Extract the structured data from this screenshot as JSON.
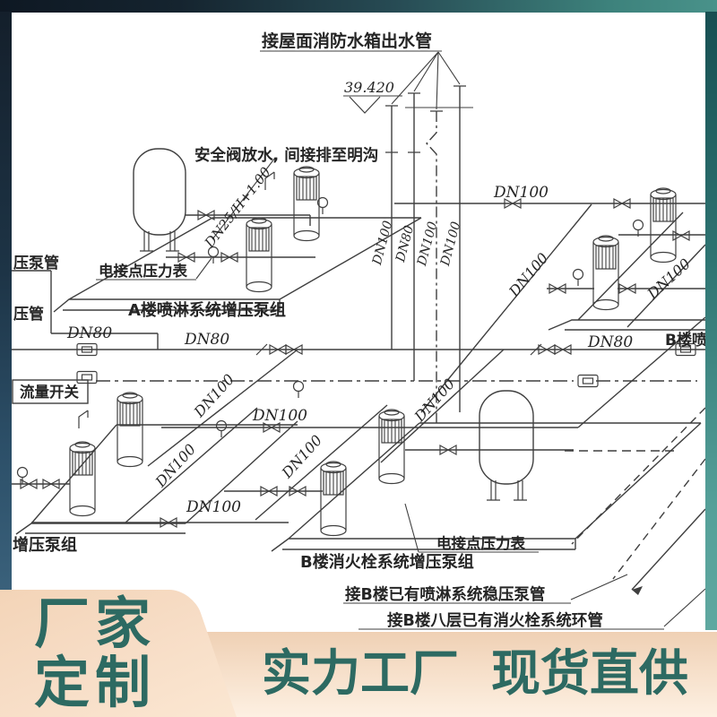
{
  "banner": {
    "vertical_left": {
      "line1": "厂家",
      "line2": "定制"
    },
    "bottom": {
      "left": "实力工厂",
      "right": "现货直供"
    },
    "accent_teal": "#2d6a62",
    "band_peach": "#f2d5bb"
  },
  "frame": {
    "top_gradient": [
      "#0e1823",
      "#49928a"
    ],
    "left_strip": "#22405a",
    "right_strip": "#2e7472"
  },
  "diagram": {
    "labels": {
      "roof_outlet": "接屋面消防水箱出水管",
      "safety_drain": "安全阀放水, 间接排至明沟",
      "gauge_top": "电接点压力表",
      "group_a": "A楼喷淋系统增压泵组",
      "left_pipe_top": "压泵管",
      "left_pipe_bottom": "压管",
      "flow_switch": "流量开关",
      "group_left": "增压泵组",
      "group_b_right_partial": "B楼喷",
      "group_b_bottom": "B楼消火栓系统增压泵组",
      "gauge_bottom": "电接点压力表",
      "note_sprinkler": "接B楼已有喷淋系统稳压泵管",
      "note_hydrant": "接B楼八层已有消火栓系统环管"
    },
    "pipe_labels": {
      "dn100": "DN100",
      "dn80": "DN80",
      "dn25": "DN25/H+1.00",
      "elevation": "39.420"
    }
  }
}
